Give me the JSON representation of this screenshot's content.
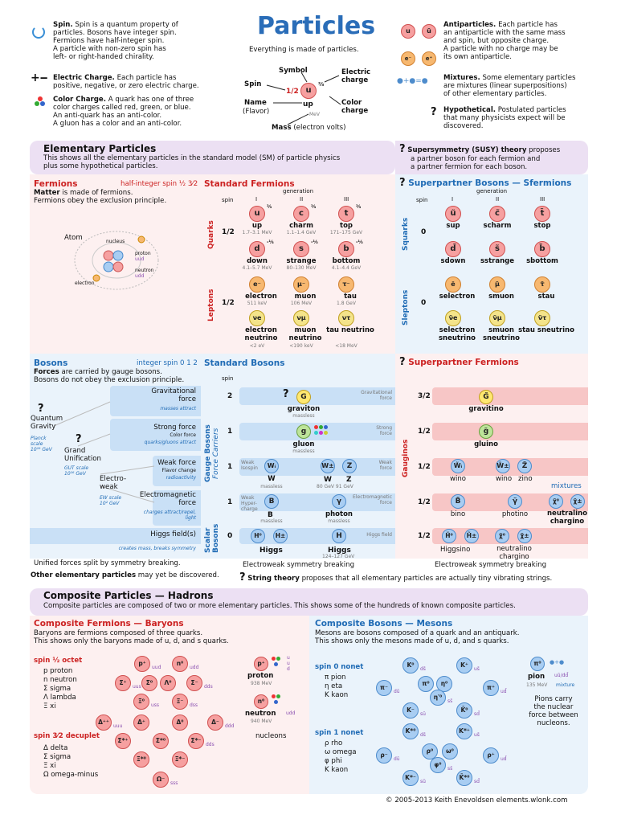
{
  "title": "Particles",
  "subtitle": "Everything is made of particles.",
  "legend": {
    "spin": {
      "title": "Spin.",
      "text1": "Spin is a quantum property of",
      "text2": "particles. Bosons have integer spin.",
      "text3": "Fermions have half-integer spin.",
      "text4": "A particle with non-zero spin has",
      "text5": "left- or right-handed chirality."
    },
    "charge": {
      "title": "Electric Charge.",
      "text1": "Each particle has",
      "text2": "positive, negative, or zero electric charge."
    },
    "color": {
      "title": "Color Charge.",
      "text1": "A quark has one of three",
      "text2": "color charges called red, green, or blue.",
      "text3": "An anti-quark has an anti-color.",
      "text4": "A gluon has a color and an anti-color."
    },
    "anti": {
      "title": "Antiparticles.",
      "text1": "Each particle has",
      "text2": "an antiparticle with the same mass",
      "text3": "and spin, but opposite charge.",
      "text4": "A particle with no charge may be",
      "text5": "its own antiparticle."
    },
    "mix": {
      "title": "Mixtures.",
      "text1": "Some elementary particles",
      "text2": "are mixtures (linear superpositions)",
      "text3": "of other elementary particles."
    },
    "hyp": {
      "title": "Hypothetical.",
      "text1": "Postulated particles",
      "text2": "that many physicists expect will be",
      "text3": "discovered."
    }
  },
  "key": {
    "symbol": "Symbol",
    "spin": "Spin",
    "electric": "Electric",
    "charge": "charge",
    "name": "Name",
    "flavor": "(Flavor)",
    "color": "Color",
    "charge2": "charge",
    "mass": "Mass",
    "massunit": "(electron volts)",
    "mev": "MeV",
    "up": "up",
    "u": "u",
    "half": "1/2",
    "q23": "⅔"
  },
  "elementary": {
    "title": "Elementary Particles",
    "text1": "This shows all the elementary particles in the standard model (SM) of particle physics",
    "text2": "plus some hypothetical particles."
  },
  "susy": {
    "title": "Supersymmetry (SUSY) theory",
    "text1": "proposes",
    "text2": "a partner boson for each fermion and",
    "text3": "a partner fermion for each boson."
  },
  "fermions": {
    "title": "Fermions",
    "spin": "half-integer spin ½ 3⁄2",
    "t1a": "Matter",
    "t1b": "is made of fermions.",
    "t2": "Fermions obey the exclusion principle.",
    "atom": "Atom",
    "nucleus": "nucleus",
    "proton": "proton",
    "uud": "uud",
    "neutron": "neutron",
    "udd": "udd",
    "electron": "electron"
  },
  "stdf": {
    "title": "Standard Fermions",
    "generation": "generation",
    "spin": "spin",
    "g1": "I",
    "g2": "II",
    "g3": "III",
    "quarks": "Quarks",
    "leptons": "Leptons",
    "half": "1/2",
    "q": [
      {
        "s": "u",
        "n": "up",
        "m": "1.7–3.1 MeV",
        "c": "⅔"
      },
      {
        "s": "c",
        "n": "charm",
        "m": "1.1–1.4 GeV",
        "c": "⅔"
      },
      {
        "s": "t",
        "n": "top",
        "m": "171–175 GeV",
        "c": "⅔"
      },
      {
        "s": "d",
        "n": "down",
        "m": "4.1–5.7 MeV",
        "c": "-⅓"
      },
      {
        "s": "s",
        "n": "strange",
        "m": "80–130 MeV",
        "c": "-⅓"
      },
      {
        "s": "b",
        "n": "bottom",
        "m": "4.1–4.4 GeV",
        "c": "-⅓"
      }
    ],
    "l": [
      {
        "s": "e⁻",
        "n": "electron",
        "m": "511 keV"
      },
      {
        "s": "μ⁻",
        "n": "muon",
        "m": "106 MeV"
      },
      {
        "s": "τ⁻",
        "n": "tau",
        "m": "1.8 GeV"
      },
      {
        "s": "νe",
        "n": "electron neutrino",
        "m": "<2 eV"
      },
      {
        "s": "νμ",
        "n": "muon neutrino",
        "m": "<190 keV"
      },
      {
        "s": "ντ",
        "n": "tau neutrino",
        "m": "<18 MeV"
      }
    ]
  },
  "sferm": {
    "title": "Superpartner Bosons — Sfermions",
    "generation": "generation",
    "spin": "spin",
    "g1": "I",
    "g2": "II",
    "g3": "III",
    "squarks": "Squarks",
    "sleptons": "Sleptons",
    "zero": "0",
    "q": [
      {
        "s": "ũ",
        "n": "sup"
      },
      {
        "s": "c̃",
        "n": "scharm"
      },
      {
        "s": "t̃",
        "n": "stop"
      },
      {
        "s": "d̃",
        "n": "sdown"
      },
      {
        "s": "s̃",
        "n": "sstrange"
      },
      {
        "s": "b̃",
        "n": "sbottom"
      }
    ],
    "l": [
      {
        "s": "ẽ",
        "n": "selectron"
      },
      {
        "s": "μ̃",
        "n": "smuon"
      },
      {
        "s": "τ̃",
        "n": "stau"
      },
      {
        "s": "ν̃e",
        "n": "selectron sneutrino"
      },
      {
        "s": "ν̃μ",
        "n": "smuon sneutrino"
      },
      {
        "s": "ν̃τ",
        "n": "stau sneutrino"
      }
    ]
  },
  "bosons": {
    "title": "Bosons",
    "spin": "integer spin 0 1 2",
    "t1a": "Forces",
    "t1b": "are carried by gauge bosons.",
    "t2": "Bosons do not obey the exclusion principle.",
    "grav": "Gravitational",
    "force": "force",
    "grav_sub": "masses attract",
    "strong": "Strong force",
    "strong_sub1": "Color force",
    "strong_sub2": "quarks/gluons attract",
    "weak": "Weak force",
    "weak_sub1": "Flavor change",
    "weak_sub2": "radioactivity",
    "em": "Electromagnetic",
    "em2": "force",
    "em_sub1": "charges attract/repel,",
    "em_sub2": "light",
    "higgs": "Higgs field(s)",
    "higgs_sub": "creates mass, breaks symmetry",
    "qg": "Quantum",
    "qg2": "Gravity",
    "planck": "Planck",
    "scale": "scale",
    "qgev": "10¹⁹ GeV",
    "gu": "Grand",
    "gu2": "Unification",
    "gut": "GUT scale",
    "gugev": "10¹⁶ GeV",
    "ew": "Electro-",
    "ew2": "weak",
    "ews": "EW scale",
    "ewgev": "10² GeV",
    "unified": "Unified forces split by symmetry breaking."
  },
  "stdb": {
    "title": "Standard Bosons",
    "spin": "spin",
    "gauge": "Gauge Bosons",
    "carriers": "Force Carriers",
    "scalar": "Scalar",
    "bosons": "Bosons",
    "s2": "2",
    "s1": "1",
    "s0": "0",
    "graviton": "graviton",
    "massless": "massless",
    "gluon": "gluon",
    "weakiso": "Weak",
    "weakiso2": "Isospin",
    "weakhyp": "Weak",
    "weakhyp2": "Hyper-",
    "weakhyp3": "charge",
    "W": "W",
    "Z": "Z",
    "WZm": "80 GeV 91 GeV",
    "B": "B",
    "photon": "photon",
    "Higgs": "Higgs",
    "Hm": "124–127 GeV",
    "ewsb": "Electroweak symmetry breaking",
    "gforce": "Gravitational",
    "gforce2": "force",
    "sforce": "Strong",
    "sforce2": "force",
    "wforce": "Weak",
    "wforce2": "force",
    "emforce": "Electromagnetic",
    "emforce2": "force",
    "hfield": "Higgs field"
  },
  "spf": {
    "title": "Superpartner Fermions",
    "gauginos": "Gauginos",
    "s32": "3/2",
    "s12": "1/2",
    "gravitino": "gravitino",
    "gluino": "gluino",
    "wino": "wino",
    "zino": "zino",
    "bino": "bino",
    "photino": "photino",
    "mixtures": "mixtures",
    "neutralino": "neutralino",
    "chargino": "chargino",
    "higgsino": "Higgsino",
    "nc1": "neutralino",
    "nc2": "chargino",
    "ewsb": "Electroweak symmetry breaking"
  },
  "other": {
    "a": "Other elementary particles",
    "b": "may yet be discovered.",
    "c": "String theory",
    "d": "proposes that all elementary particles are actually tiny vibrating strings."
  },
  "composite": {
    "title": "Composite Particles — Hadrons",
    "text": "Composite particles are composed of two or more elementary particles. This shows some of the hundreds of known composite particles."
  },
  "baryons": {
    "title": "Composite Fermions — Baryons",
    "t1": "Baryons are fermions composed of three quarks.",
    "t2": "This shows only the baryons made of u, d, and s quarks.",
    "octet": "spin ½ octet",
    "o1": "p  proton",
    "o2": "n  neutron",
    "o3": "Σ  sigma",
    "o4": "Λ  lambda",
    "o5": "Ξ  xi",
    "decuplet": "spin 3⁄2 decuplet",
    "d1": "Δ  delta",
    "d2": "Σ  sigma",
    "d3": "Ξ  xi",
    "d4": "Ω  omega-minus",
    "proton": "proton",
    "pm": "938 MeV",
    "neutron": "neutron",
    "nm": "940 MeV",
    "nucleons": "nucleons",
    "uud": "uud",
    "udd": "udd"
  },
  "mesons": {
    "title": "Composite Bosons — Mesons",
    "t1": "Mesons are bosons composed of a quark and an antiquark.",
    "t2": "This shows only the mesons made of u, d, and s quarks.",
    "nonet0": "spin 0 nonet",
    "p1": "π  pion",
    "p2": "η  eta",
    "p3": "K  kaon",
    "nonet1": "spin 1 nonet",
    "v1": "ρ  rho",
    "v2": "ω  omega",
    "v3": "φ  phi",
    "v4": "K  kaon",
    "pion": "pion",
    "pim": "135 MeV",
    "mixture": "mixture",
    "carry1": "Pions carry",
    "carry2": "the nuclear",
    "carry3": "force between",
    "carry4": "nucleons."
  },
  "footer": "© 2005-2013 Keith Enevoldsen elements.wlonk.com"
}
